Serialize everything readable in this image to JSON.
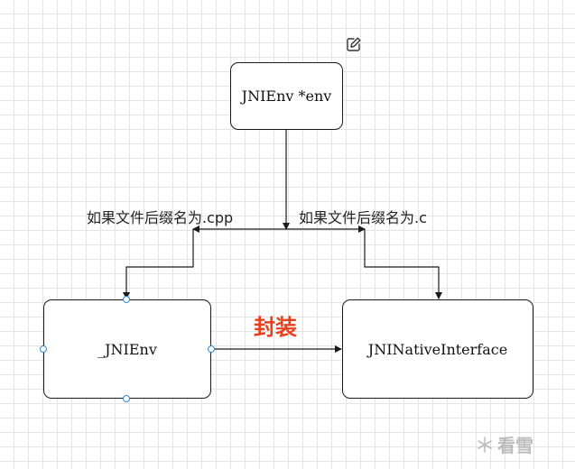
{
  "nodes": {
    "env": "JNIEnv *env",
    "jnienv": "_JNIEnv",
    "native_interface": "JNINativeInterface"
  },
  "edge_labels": {
    "cpp": "如果文件后缀名为.cpp",
    "c": "如果文件后缀名为.c",
    "wrap": "封装"
  },
  "watermark": "看雪",
  "colors": {
    "grid": "#e4e4e4",
    "stroke": "#1a1a1a",
    "accent_label": "#e8401c",
    "selection_handle": "#2a8bd8"
  },
  "icons": {
    "edit": "edit-icon",
    "watermark_logo": "snowflake-icon"
  }
}
